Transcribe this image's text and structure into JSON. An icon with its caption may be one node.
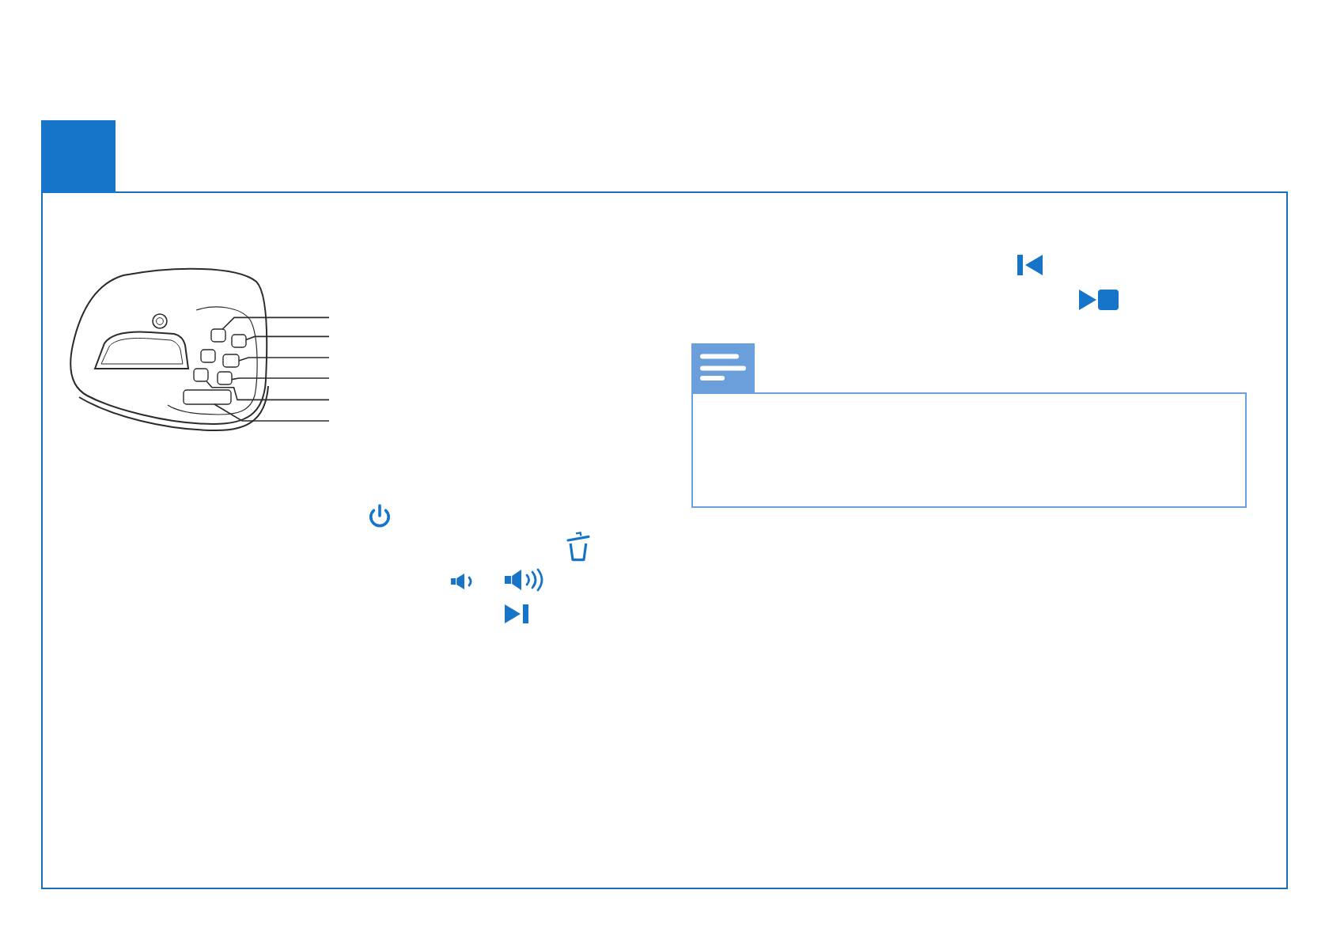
{
  "diagram": {
    "nodes": [
      {
        "text": [],
        "shape": "picture"
      },
      {
        "text": [],
        "shape": "box",
        "in": 0
      },
      {
        "text": [],
        "shape": "box",
        "in": 0
      },
      {
        "text": [],
        "shape": "box",
        "in": 0
      },
      {
        "text": [],
        "shape": "box",
        "in": 0
      },
      {
        "text": [],
        "shape": "box",
        "in": 0
      },
      {
        "text": [],
        "shape": "box",
        "in": 0
      },
      {
        "text": [],
        "shape": "box"
      }
    ],
    "edges": [
      {
        "from": null,
        "to": 1,
        "arrow": "none"
      },
      {
        "from": null,
        "to": 2,
        "arrow": "none"
      },
      {
        "from": null,
        "to": 3,
        "arrow": "none"
      },
      {
        "from": null,
        "to": 4,
        "arrow": "none"
      },
      {
        "from": null,
        "to": 5,
        "arrow": "none"
      },
      {
        "from": null,
        "to": 6,
        "arrow": "none"
      }
    ]
  }
}
